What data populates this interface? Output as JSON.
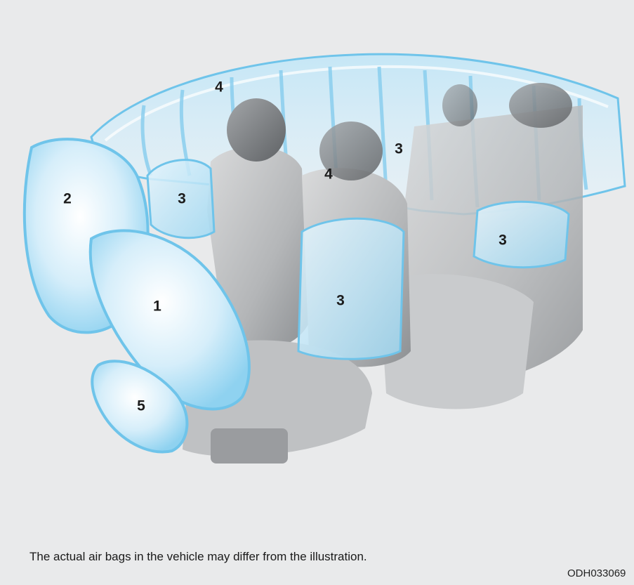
{
  "figure": {
    "code": "ODH033069",
    "caption": "The actual air bags in the vehicle may differ from the illustration.",
    "callouts": [
      {
        "label": "4"
      },
      {
        "label": "2"
      },
      {
        "label": "3"
      },
      {
        "label": "4"
      },
      {
        "label": "3"
      },
      {
        "label": "3"
      },
      {
        "label": "1"
      },
      {
        "label": "3"
      },
      {
        "label": "5"
      }
    ]
  },
  "colors": {
    "background": "#e9eaeb",
    "airbag_fill": "#cfe9f7",
    "airbag_edge": "#6fc4ea",
    "seat": "#a9abad"
  }
}
